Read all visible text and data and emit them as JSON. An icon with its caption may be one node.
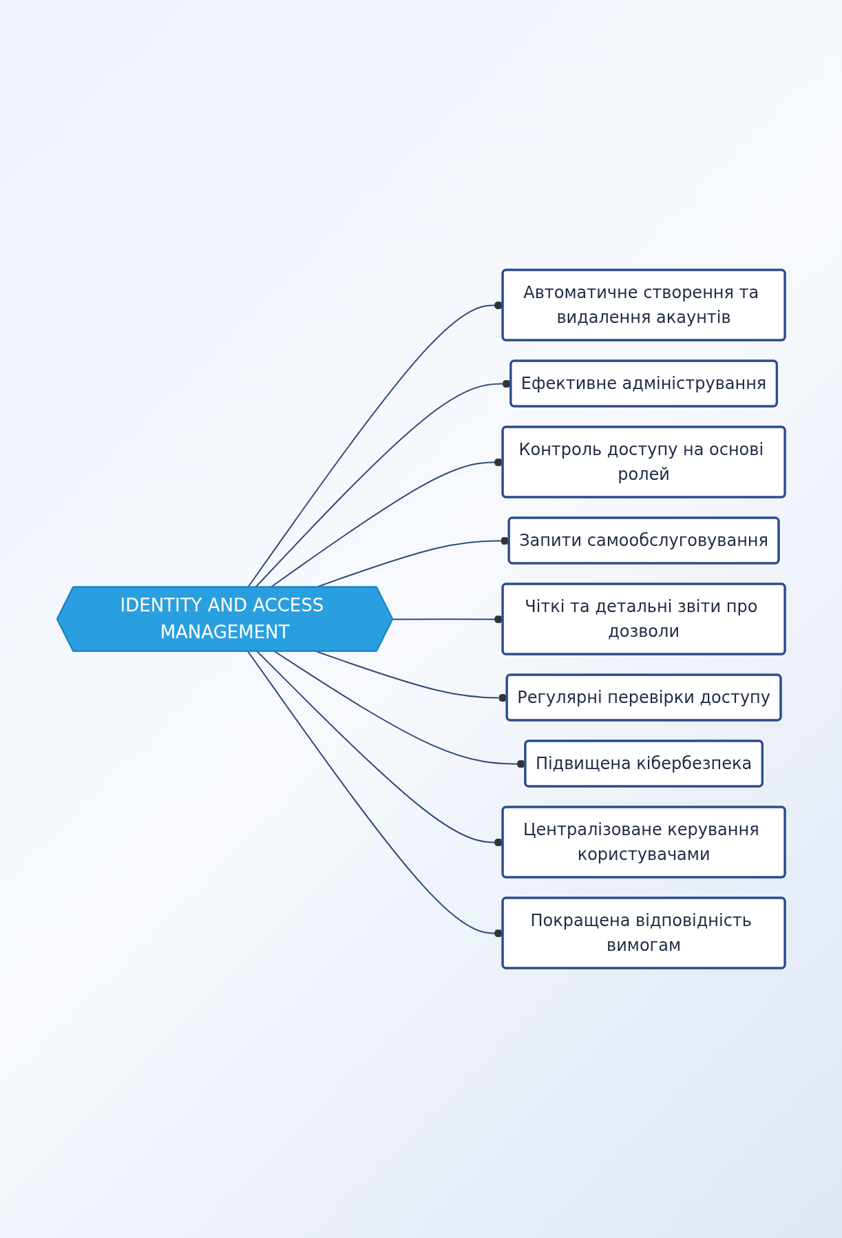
{
  "diagram": {
    "nodes": [
      {
        "text": [
          "IDENTITY AND ACCESS MANAGEMENT"
        ]
      },
      {
        "text": [
          "Автоматичне створення та видалення акаунтів"
        ]
      },
      {
        "text": [
          "Ефективне адміністрування"
        ]
      },
      {
        "text": [
          "Контроль доступу на основі ролей"
        ]
      },
      {
        "text": [
          "Запити самообслуговування"
        ]
      },
      {
        "text": [
          "Чіткі та детальні звіти про дозволи"
        ]
      },
      {
        "text": [
          "Регулярні перевірки доступу"
        ]
      },
      {
        "text": [
          "Підвищена кібербезпека"
        ]
      },
      {
        "text": [
          "Централізоване керування користувачами"
        ]
      },
      {
        "text": [
          "Покращена відповідність вимогам"
        ]
      }
    ],
    "edges": [
      {
        "from": 0,
        "to": 1,
        "arrow": "other"
      },
      {
        "from": 0,
        "to": 2,
        "arrow": "other"
      },
      {
        "from": 0,
        "to": 3,
        "arrow": "other"
      },
      {
        "from": 0,
        "to": 4,
        "arrow": "other"
      },
      {
        "from": 0,
        "to": 5,
        "arrow": "other"
      },
      {
        "from": 0,
        "to": 6,
        "arrow": "other"
      },
      {
        "from": 0,
        "to": 7,
        "arrow": "other"
      },
      {
        "from": 0,
        "to": 8,
        "arrow": "other"
      },
      {
        "from": 0,
        "to": 9,
        "arrow": "other"
      }
    ]
  }
}
